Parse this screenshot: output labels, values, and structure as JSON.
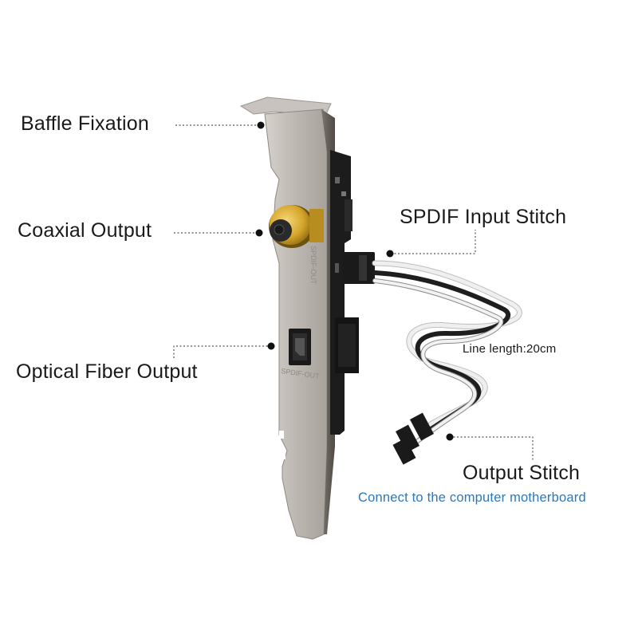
{
  "labels": {
    "baffle_fixation": "Baffle Fixation",
    "coaxial_output": "Coaxial Output",
    "optical_fiber_output": "Optical Fiber Output",
    "spdif_input_stitch": "SPDIF Input Stitch",
    "line_length": "Line length:20cm",
    "output_stitch": "Output Stitch",
    "connect_note": "Connect to the computer motherboard"
  },
  "bracket_print": {
    "coax_marking": "SPDIF-OUT",
    "optical_marking": "SPDIF-OUT"
  },
  "colors": {
    "background": "#ffffff",
    "bracket_metal": "#bdb7b1",
    "pcb": "#1c1c1c",
    "gold_connector": "#d4a52a",
    "cable_white": "#e8e8e8",
    "cable_black": "#222222",
    "leader_line": "#555555",
    "accent_text": "#2f77b5"
  }
}
